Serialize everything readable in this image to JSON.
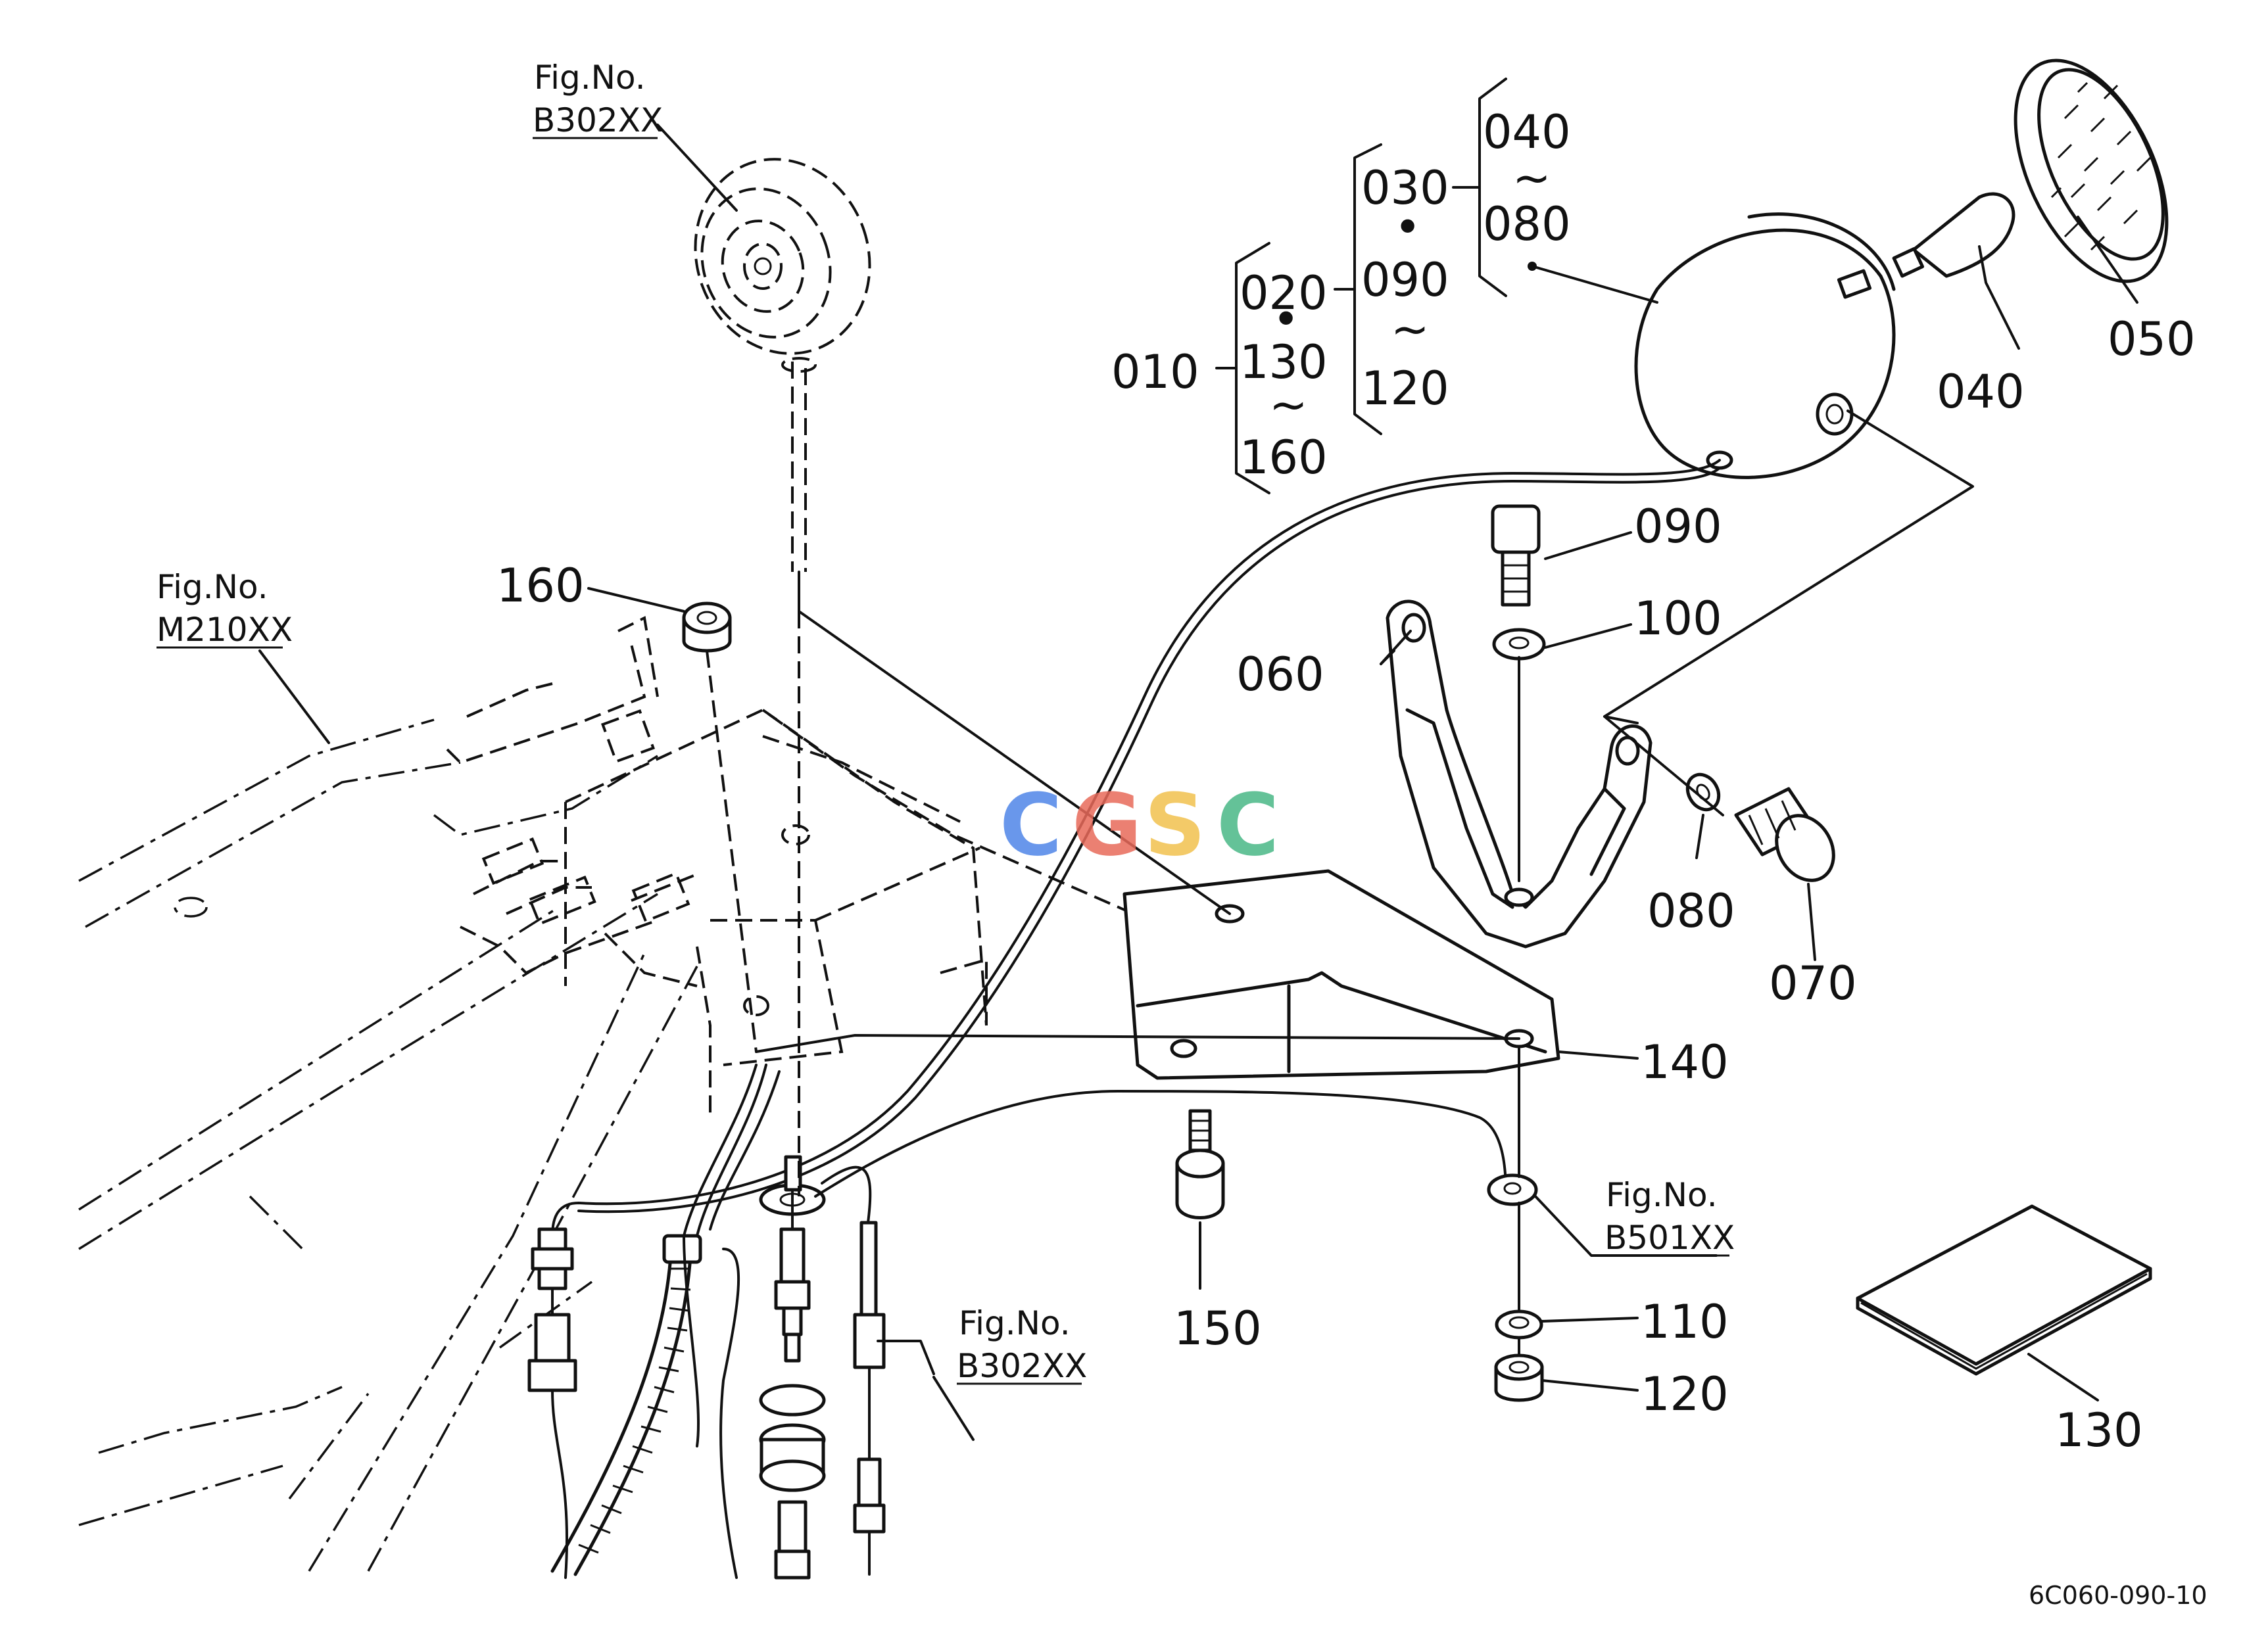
{
  "labels": {
    "p010": "010",
    "p020": "020",
    "p130a": "130",
    "p160a": "160",
    "p030": "030",
    "p090a": "090",
    "p120a": "120",
    "p040a": "040",
    "p080a": "080",
    "p040": "040",
    "p050": "050",
    "p090": "090",
    "p100": "100",
    "p060": "060",
    "p080": "080",
    "p070": "070",
    "p140": "140",
    "p160": "160",
    "p150": "150",
    "p110": "110",
    "p120": "120",
    "p130": "130"
  },
  "figrefs": [
    {
      "caption": "Fig.No.",
      "code": "B302XX"
    },
    {
      "caption": "Fig.No.",
      "code": "M210XX"
    },
    {
      "caption": "Fig.No.",
      "code": "B302XX"
    },
    {
      "caption": "Fig.No.",
      "code": "B501XX"
    }
  ],
  "range_marks": {
    "dot": "•",
    "tilde": "~"
  },
  "watermark": {
    "letters": [
      "C",
      "G",
      "S",
      "C"
    ],
    "colors": [
      "#4f86e8",
      "#e86a5a",
      "#f2c14e",
      "#49b887"
    ]
  },
  "drawing_code": "6C060-090-10"
}
